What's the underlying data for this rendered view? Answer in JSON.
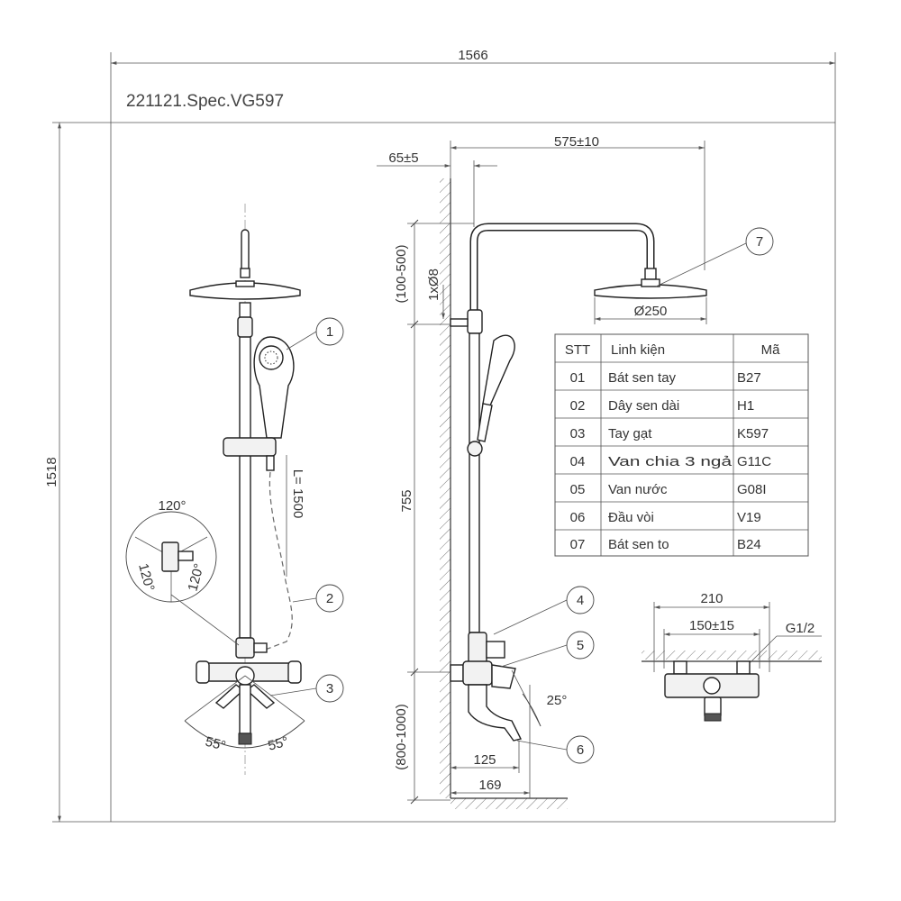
{
  "drawing_code": "221121.Spec.VG597",
  "dimensions": {
    "overall_width": "1566",
    "overall_height": "1518",
    "wall_offset": "65±5",
    "arm_reach": "575±10",
    "arm_rise": "(100-500)",
    "hole": "1xØ8",
    "head_diameter": "Ø250",
    "rail_length": "755",
    "valve_height": "(800-1000)",
    "spout_125": "125",
    "spout_169": "169",
    "spout_angle": "25°",
    "hose_length": "L= 1500",
    "rot_120_top": "120°",
    "rot_120_left": "120°",
    "rot_120_right": "120°",
    "lever_left": "55°",
    "lever_right": "55°",
    "center_210": "210",
    "center_150": "150±15",
    "thread": "G1/2"
  },
  "callouts": [
    "1",
    "2",
    "3",
    "4",
    "5",
    "6",
    "7"
  ],
  "table": {
    "headers": [
      "STT",
      "Linh kiện",
      "Mã"
    ],
    "rows": [
      [
        "01",
        "Bát sen tay",
        "B27"
      ],
      [
        "02",
        "Dây sen dài",
        "H1"
      ],
      [
        "03",
        "Tay gạt",
        "K597"
      ],
      [
        "04",
        "Van chia 3 ngả",
        "G11C"
      ],
      [
        "05",
        "Van nước",
        "G08I"
      ],
      [
        "06",
        "Đầu vòi",
        "V19"
      ],
      [
        "07",
        "Bát sen to",
        "B24"
      ]
    ]
  }
}
